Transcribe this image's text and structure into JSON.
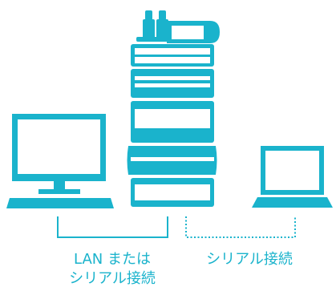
{
  "colors": {
    "accent": "#1ab3cc",
    "background": "#ffffff"
  },
  "icons": {
    "desktop": "desktop-computer-icon",
    "instrument": "lc-system-stack-icon",
    "laptop": "laptop-icon"
  },
  "labels": {
    "lan_line1": "LAN または",
    "lan_line2": "シリアル接続",
    "serial": "シリアル接続"
  },
  "connections": [
    {
      "style": "solid",
      "between": "desktop-instrument"
    },
    {
      "style": "dotted",
      "between": "instrument-laptop"
    }
  ]
}
